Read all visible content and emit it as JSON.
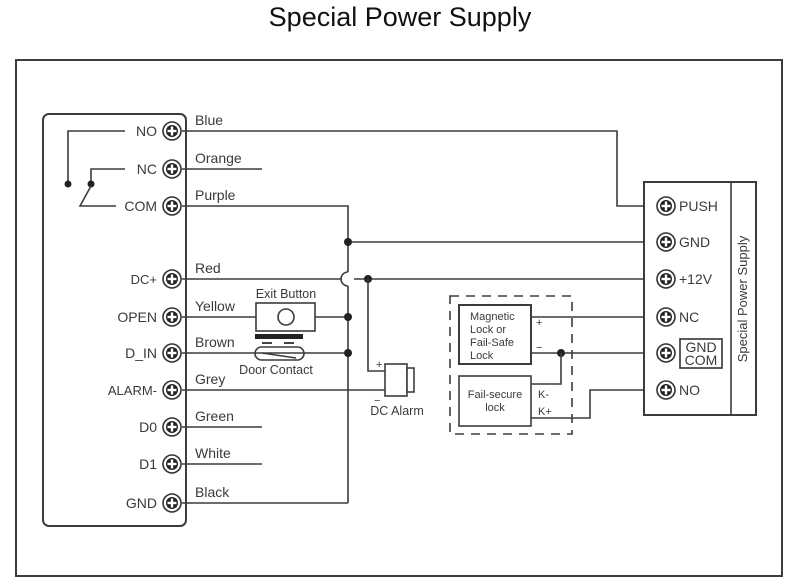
{
  "title": "Special Power Supply",
  "controller": {
    "terminals": [
      {
        "label": "NO",
        "wire": "Blue"
      },
      {
        "label": "NC",
        "wire": "Orange"
      },
      {
        "label": "COM",
        "wire": "Purple"
      },
      {
        "label": "DC+",
        "wire": "Red"
      },
      {
        "label": "OPEN",
        "wire": "Yellow"
      },
      {
        "label": "D_IN",
        "wire": "Brown"
      },
      {
        "label": "ALARM-",
        "wire": "Grey"
      },
      {
        "label": "D0",
        "wire": "Green"
      },
      {
        "label": "D1",
        "wire": "White"
      },
      {
        "label": "GND",
        "wire": "Black"
      }
    ]
  },
  "components": {
    "exit_button": "Exit Button",
    "door_contact": "Door Contact",
    "dc_alarm": "DC Alarm",
    "alarm_plus": "+",
    "alarm_minus": "−",
    "maglock_lines": [
      "Magnetic",
      "Lock or",
      "Fail-Safe",
      "Lock"
    ],
    "maglock_plus": "+",
    "maglock_minus": "−",
    "failsecure_lines": [
      "Fail-secure",
      "lock"
    ],
    "failsecure_kminus": "K-",
    "failsecure_kplus": "K+"
  },
  "power_supply": {
    "side_label": "Special Power Supply",
    "terminals": [
      {
        "label": "PUSH"
      },
      {
        "label": "GND"
      },
      {
        "label": "+12V"
      },
      {
        "label": "NC"
      },
      {
        "label": "GND COM",
        "line1": "GND",
        "line2": "COM"
      },
      {
        "label": "NO"
      }
    ]
  }
}
